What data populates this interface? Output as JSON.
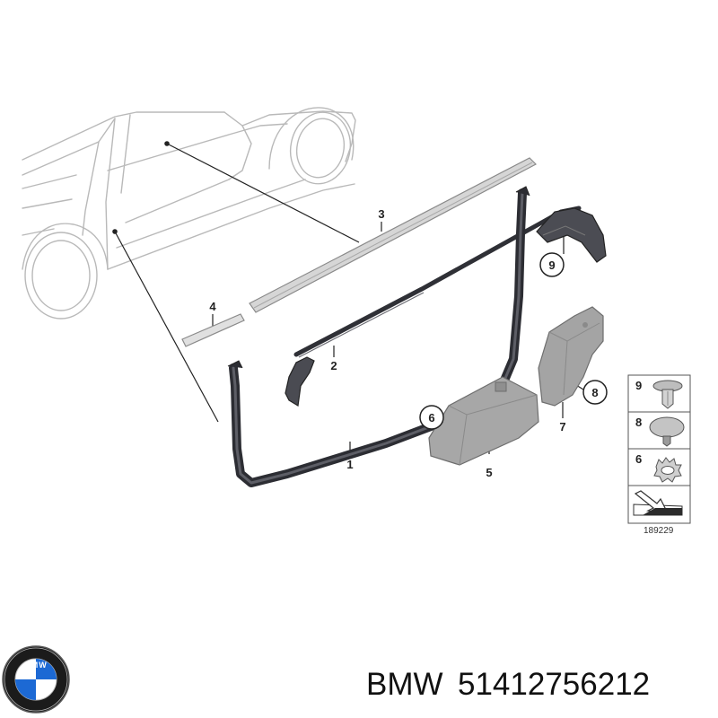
{
  "callouts": {
    "c1": "1",
    "c2": "2",
    "c3": "3",
    "c4": "4",
    "c5": "5",
    "c6": "6",
    "c7": "7",
    "c8": "8",
    "c9": "9"
  },
  "legend": {
    "items": [
      {
        "number": "9",
        "icon": "push-rivet-clip-icon"
      },
      {
        "number": "8",
        "icon": "button-clip-icon"
      },
      {
        "number": "6",
        "icon": "star-washer-icon"
      }
    ],
    "reference": "189229"
  },
  "brand": {
    "name": "BMW",
    "part_number": "51412756212",
    "logo_text": "BMW"
  },
  "colors": {
    "outline": "#b8b8b8",
    "seal": "#3e3f46",
    "part_grey": "#a9a9a9",
    "logo_blue": "#1c69d4"
  }
}
